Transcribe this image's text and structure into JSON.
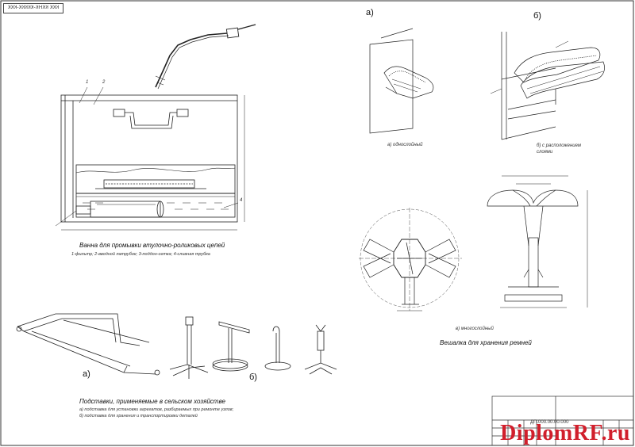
{
  "sheet": {
    "corner_stamp": "ККК ККНК-ККККК-ККК",
    "watermark": "DiplomRF.ru"
  },
  "bath": {
    "title": "Ванна для промывки втулочно-роликовых цепей",
    "subtitle": "1-фильтр; 2-вводной патрубок; 3-поддон-сетка; 4-сливная трубка",
    "callouts": [
      "1",
      "2",
      "4"
    ]
  },
  "devices_top": {
    "label_a": "а)",
    "label_b": "б)",
    "caption_a": "а) однослойный",
    "caption_b": "б) с расположением\nслоями"
  },
  "hanger": {
    "title": "Вешалка для хранения ремней",
    "subtitle": "в) многослойный"
  },
  "stands": {
    "label_a": "а)",
    "label_b": "б)",
    "title": "Подставки, применяемые в сельском хозяйстве",
    "line1": "а) подставка для установки агрегатов, разбираемых при ремонте узлов;",
    "line2": "б) подставка для хранения и транспортировки деталей"
  },
  "title_block": {
    "doc_code": "ДП.000.00.00.000"
  }
}
